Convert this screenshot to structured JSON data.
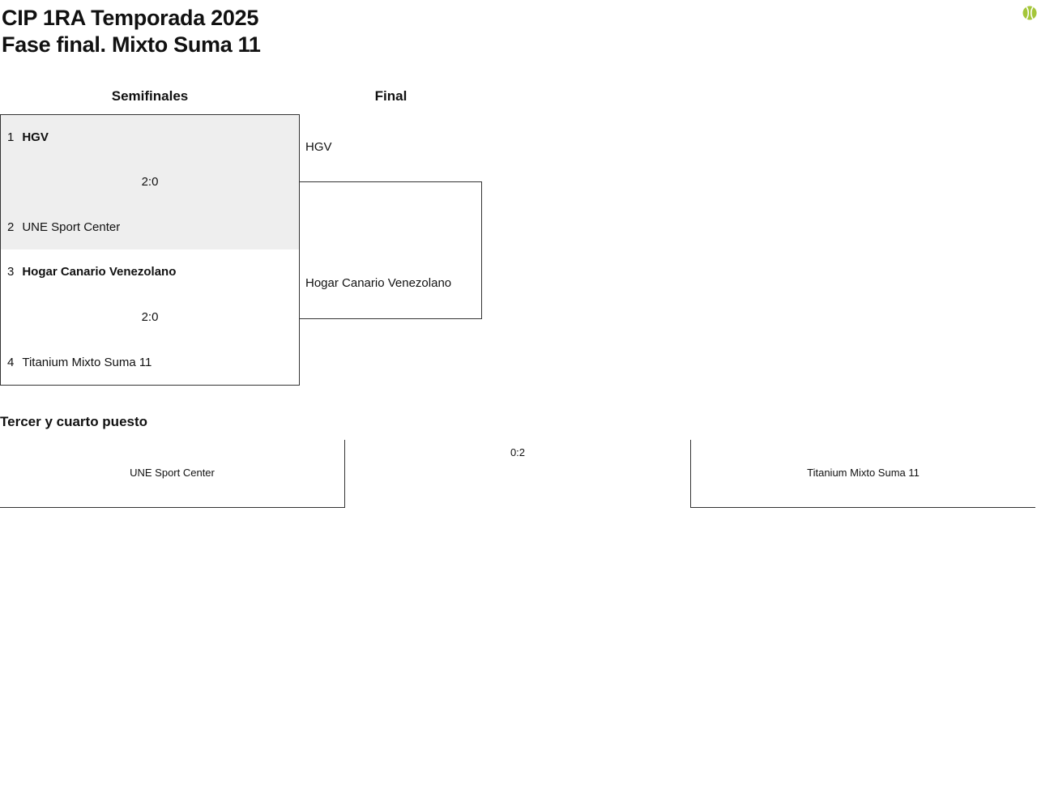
{
  "header": {
    "title_line1": "CIP 1RA Temporada 2025",
    "title_line2": "Fase final. Mixto Suma 11",
    "logo_icon": "tennis-ball-icon",
    "logo_color": "#a4c639"
  },
  "columns": {
    "semifinals": "Semifinales",
    "final": "Final"
  },
  "semifinals": [
    {
      "top": {
        "seed": "1",
        "name": "HGV",
        "winner": true
      },
      "bottom": {
        "seed": "2",
        "name": "UNE Sport Center",
        "winner": false
      },
      "score": "2:0"
    },
    {
      "top": {
        "seed": "3",
        "name": "Hogar Canario Venezolano",
        "winner": true
      },
      "bottom": {
        "seed": "4",
        "name": "Titanium Mixto Suma 11",
        "winner": false
      },
      "score": "2:0"
    }
  ],
  "final": {
    "top_team": "HGV",
    "bottom_team": "Hogar Canario Venezolano"
  },
  "third_place": {
    "title": "Tercer y cuarto puesto",
    "left_team": "UNE Sport Center",
    "score": "0:2",
    "right_team": "Titanium Mixto Suma 11"
  },
  "colors": {
    "highlight_bg": "#eeeeee",
    "border": "#333333"
  }
}
